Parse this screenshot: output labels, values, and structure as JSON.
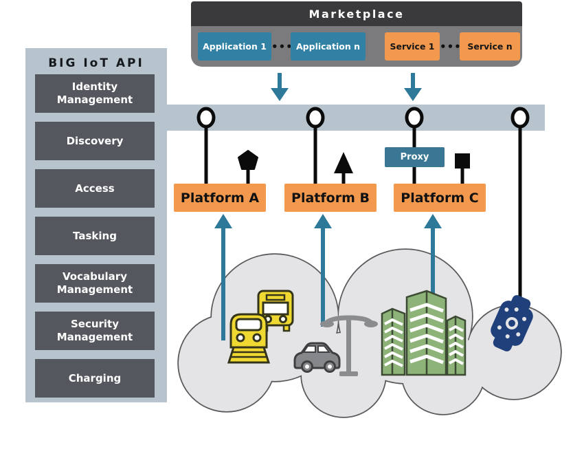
{
  "marketplace": {
    "title": "Marketplace",
    "application_1": "Application 1",
    "application_n": "Application n",
    "service_1": "Service 1",
    "service_n": "Service n",
    "dots": "•••"
  },
  "api_sidebar": {
    "title": "BIG IoT API",
    "items": [
      "Identity Management",
      "Discovery",
      "Access",
      "Tasking",
      "Vocabulary Management",
      "Security Management",
      "Charging"
    ]
  },
  "platforms": {
    "a": "Platform A",
    "b": "Platform B",
    "c": "Platform C"
  },
  "proxy": {
    "label": "Proxy"
  },
  "icons": {
    "pentagon-icon": "⬟",
    "triangle-up-icon": "▲",
    "square-icon": "■",
    "connector-circle-icon": "○",
    "down-arrow-icon": "↓",
    "up-arrow-icon": "↑",
    "cloud-icon": "☁",
    "train-icon": "🚆",
    "bus-icon": "🚌",
    "car-icon": "🚗",
    "street-lamp-icon": "street lamp",
    "buildings-icon": "🏢",
    "smartwatch-icon": "⌚"
  },
  "colors": {
    "teal_arrow": "#2E7899",
    "application_blue": "#3181A5",
    "proxy_blue": "#3A7795",
    "orange": "#F2994E",
    "sidebar_bg": "#B7C4CD",
    "box_dark": "#54575D",
    "marketplace_header": "#3A3A3C",
    "marketplace_body": "#7B7B7D",
    "cloud_fill": "#E4E4E6",
    "cloud_stroke": "#59595B",
    "vehicle_yellow": "#F0D832",
    "building_green": "#8DB378",
    "watch_navy": "#20407C",
    "object_gray": "#85878A"
  }
}
